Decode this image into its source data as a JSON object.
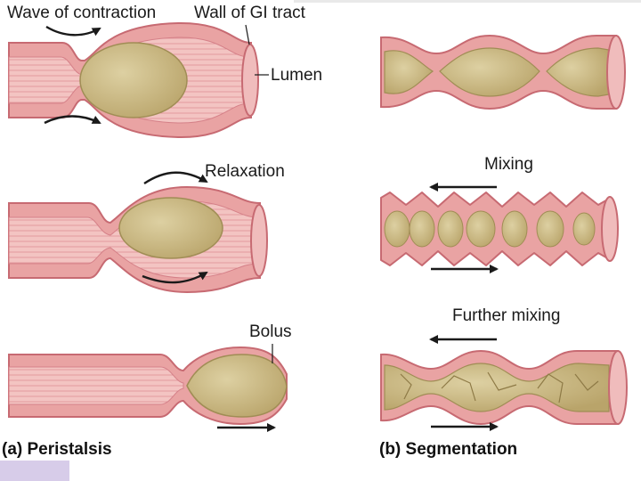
{
  "labels": {
    "wave": "Wave of contraction",
    "wall": "Wall of GI tract",
    "lumen": "Lumen",
    "relaxation": "Relaxation",
    "bolus": "Bolus",
    "mixing": "Mixing",
    "further": "Further mixing",
    "caption_a": "(a) Peristalsis",
    "caption_b": "(b) Segmentation"
  },
  "colors": {
    "tissue": "#e9a3a3",
    "tissue_dark": "#c76a72",
    "lumen": "#f4c6c4",
    "bolus": "#d3c28d",
    "bolus_dark": "#a08d55",
    "arrow": "#1a1a1a",
    "corner_patch": "#d7cce9"
  }
}
